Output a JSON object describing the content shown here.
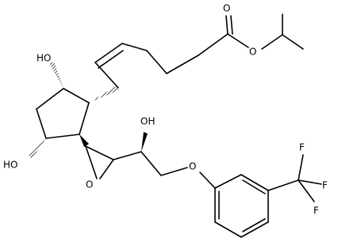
{
  "molecule": {
    "atom_labels": {
      "ring_oh_top": "HO",
      "ring_oh_bottom": "HO",
      "side_chain_oh": "OH",
      "ester_carbonyl_o": "O",
      "ester_ether_o": "O",
      "epoxide_o": "O",
      "aryl_ether_o": "O",
      "trifluoro_f_top": "F",
      "trifluoro_f_right": "F",
      "trifluoro_f_bottom": "F"
    }
  }
}
